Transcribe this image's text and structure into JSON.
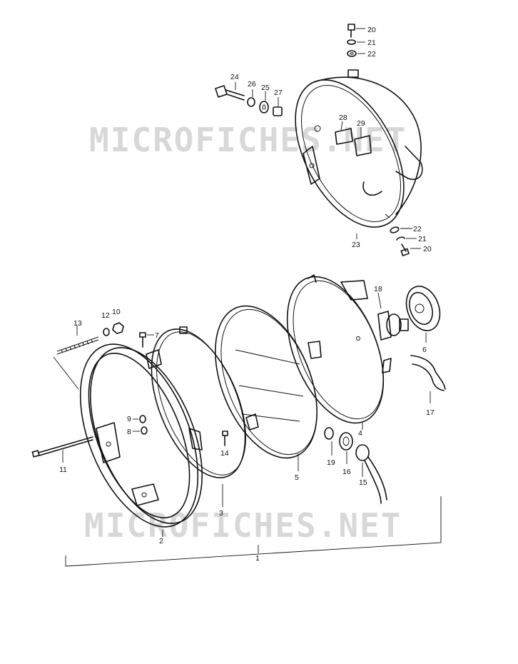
{
  "watermark": {
    "text": "MICROFICHES.NET"
  },
  "callouts": {
    "c1": "1",
    "c2": "2",
    "c3": "3",
    "c4": "4",
    "c5": "5",
    "c6": "6",
    "c7": "7",
    "c8": "8",
    "c9": "9",
    "c10": "10",
    "c11": "11",
    "c12": "12",
    "c13": "13",
    "c14": "14",
    "c15": "15",
    "c16": "16",
    "c17": "17",
    "c18": "18",
    "c19": "19",
    "c20a": "20",
    "c20b": "20",
    "c21a": "21",
    "c21b": "21",
    "c22a": "22",
    "c22b": "22",
    "c23": "23",
    "c24": "24",
    "c25": "25",
    "c26": "26",
    "c27": "27",
    "c28": "28",
    "c29": "29"
  },
  "colors": {
    "line": "#111111",
    "watermark": "#d8d8d8",
    "background": "#ffffff"
  }
}
